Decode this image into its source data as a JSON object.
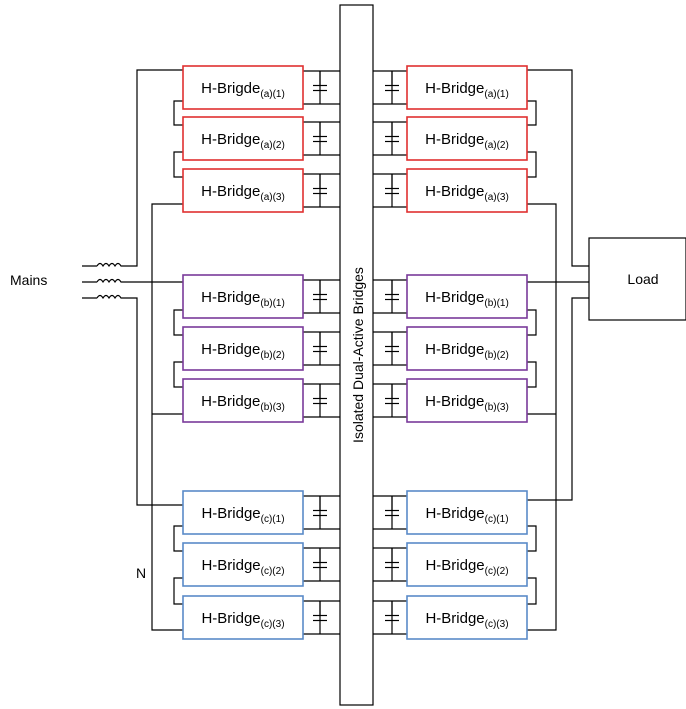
{
  "colors": {
    "phase_a": "#e03030",
    "phase_b": "#7a3a9a",
    "phase_c": "#5a8ac8",
    "wire": "#000000"
  },
  "labels": {
    "mains": "Mains",
    "load": "Load",
    "neutral": "N",
    "dab": "Isolated Dual-Active Bridges"
  },
  "left_bridges": [
    {
      "main": "H-Brigde",
      "sub": "(a)(1)",
      "phase": "a"
    },
    {
      "main": "H-Bridge",
      "sub": "(a)(2)",
      "phase": "a"
    },
    {
      "main": "H-Bridge",
      "sub": "(a)(3)",
      "phase": "a"
    },
    {
      "main": "H-Bridge",
      "sub": "(b)(1)",
      "phase": "b"
    },
    {
      "main": "H-Bridge",
      "sub": "(b)(2)",
      "phase": "b"
    },
    {
      "main": "H-Bridge",
      "sub": "(b)(3)",
      "phase": "b"
    },
    {
      "main": "H-Bridge",
      "sub": "(c)(1)",
      "phase": "c"
    },
    {
      "main": "H-Bridge",
      "sub": "(c)(2)",
      "phase": "c"
    },
    {
      "main": "H-Bridge",
      "sub": "(c)(3)",
      "phase": "c"
    }
  ],
  "right_bridges": [
    {
      "main": "H-Bridge",
      "sub": "(a)(1)",
      "phase": "a"
    },
    {
      "main": "H-Bridge",
      "sub": "(a)(2)",
      "phase": "a"
    },
    {
      "main": "H-Bridge",
      "sub": "(a)(3)",
      "phase": "a"
    },
    {
      "main": "H-Bridge",
      "sub": "(b)(1)",
      "phase": "b"
    },
    {
      "main": "H-Bridge",
      "sub": "(b)(2)",
      "phase": "b"
    },
    {
      "main": "H-Bridge",
      "sub": "(b)(3)",
      "phase": "b"
    },
    {
      "main": "H-Bridge",
      "sub": "(c)(1)",
      "phase": "c"
    },
    {
      "main": "H-Bridge",
      "sub": "(c)(2)",
      "phase": "c"
    },
    {
      "main": "H-Bridge",
      "sub": "(c)(3)",
      "phase": "c"
    }
  ]
}
